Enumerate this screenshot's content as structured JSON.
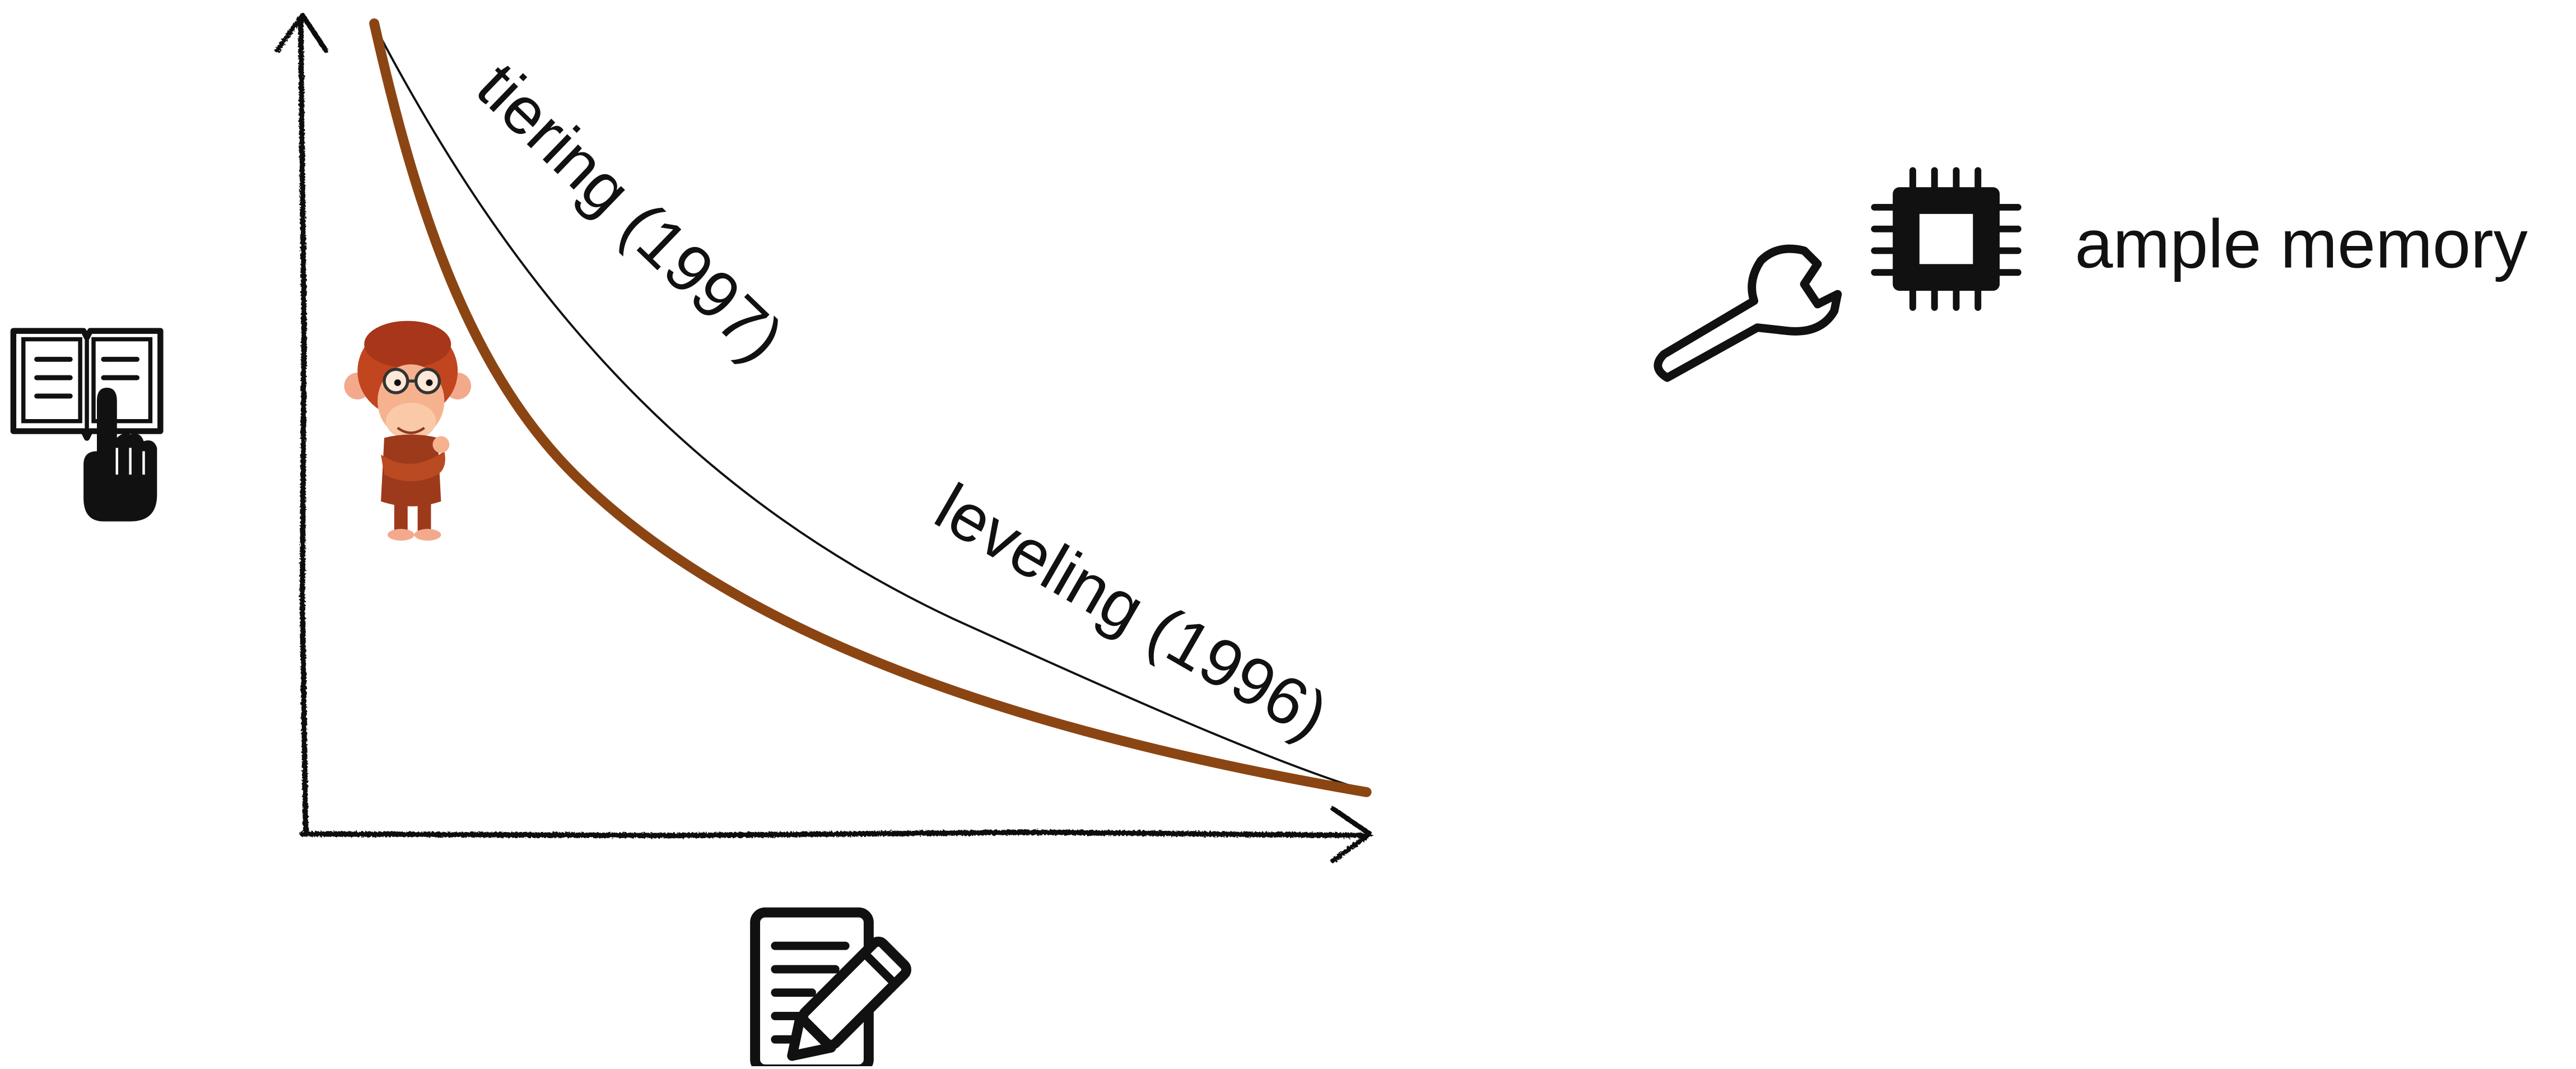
{
  "curves": {
    "upper": {
      "label": "tiering (1997)"
    },
    "lower": {
      "label": "leveling (1996)"
    },
    "brown_color": "#8B4513"
  },
  "memory_note": {
    "label": "ample memory"
  },
  "icons": {
    "y_axis": "read-book-icon",
    "x_axis": "write-document-icon",
    "tuning": "wrench-icon",
    "memory": "chip-icon",
    "mascot": "monkey-mascot"
  }
}
